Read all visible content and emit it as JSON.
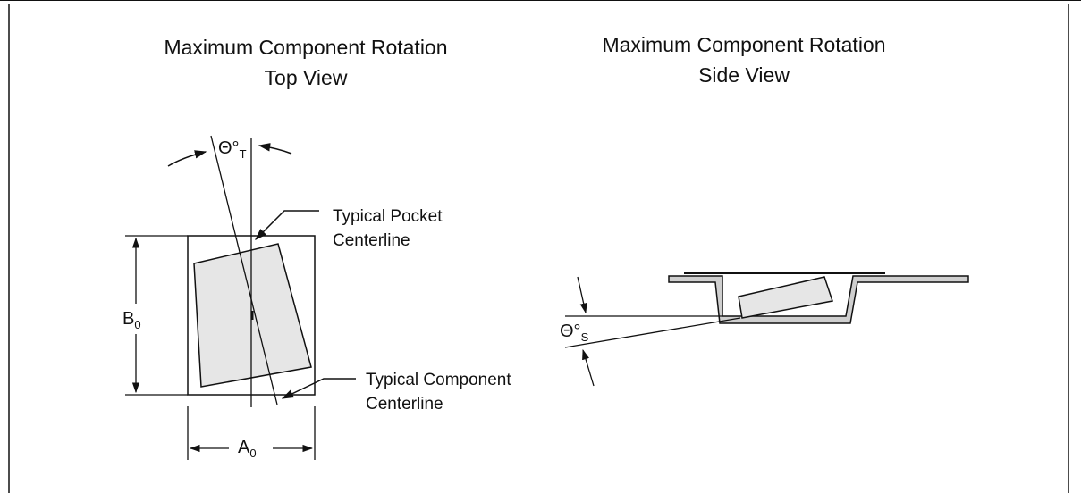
{
  "top_view": {
    "title_line1": "Maximum Component Rotation",
    "title_line2": "Top View",
    "theta_symbol": "Θ°",
    "theta_sub": "T",
    "pocket_label_line1": "Typical Pocket",
    "pocket_label_line2": "Centerline",
    "component_label_line1": "Typical Component",
    "component_label_line2": "Centerline",
    "b_symbol": "B",
    "b_sub": "0",
    "a_symbol": "A",
    "a_sub": "0"
  },
  "side_view": {
    "title_line1": "Maximum Component Rotation",
    "title_line2": "Side View",
    "theta_symbol": "Θ°",
    "theta_sub": "S"
  }
}
